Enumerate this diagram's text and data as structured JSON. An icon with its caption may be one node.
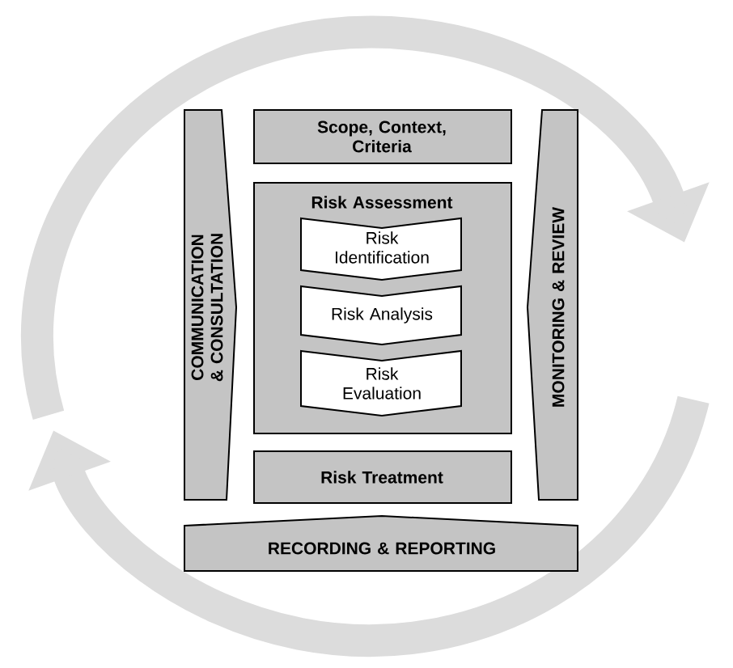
{
  "diagram": {
    "nodes": [
      {
        "text": [
          "COMMUNICATION & CONSULTATION"
        ]
      },
      {
        "text": [
          "Scope, Context, Criteria"
        ]
      },
      {
        "text": [
          "Risk Assessment"
        ]
      },
      {
        "text": [
          "Risk Identification"
        ],
        "in": 2
      },
      {
        "text": [
          "Risk Analysis"
        ],
        "in": 2
      },
      {
        "text": [
          "Risk Evaluation"
        ],
        "in": 2
      },
      {
        "text": [
          "Risk Treatment"
        ]
      },
      {
        "text": [
          "MONITORING & REVIEW"
        ]
      },
      {
        "text": [
          "RECORDING & REPORTING"
        ]
      }
    ]
  }
}
